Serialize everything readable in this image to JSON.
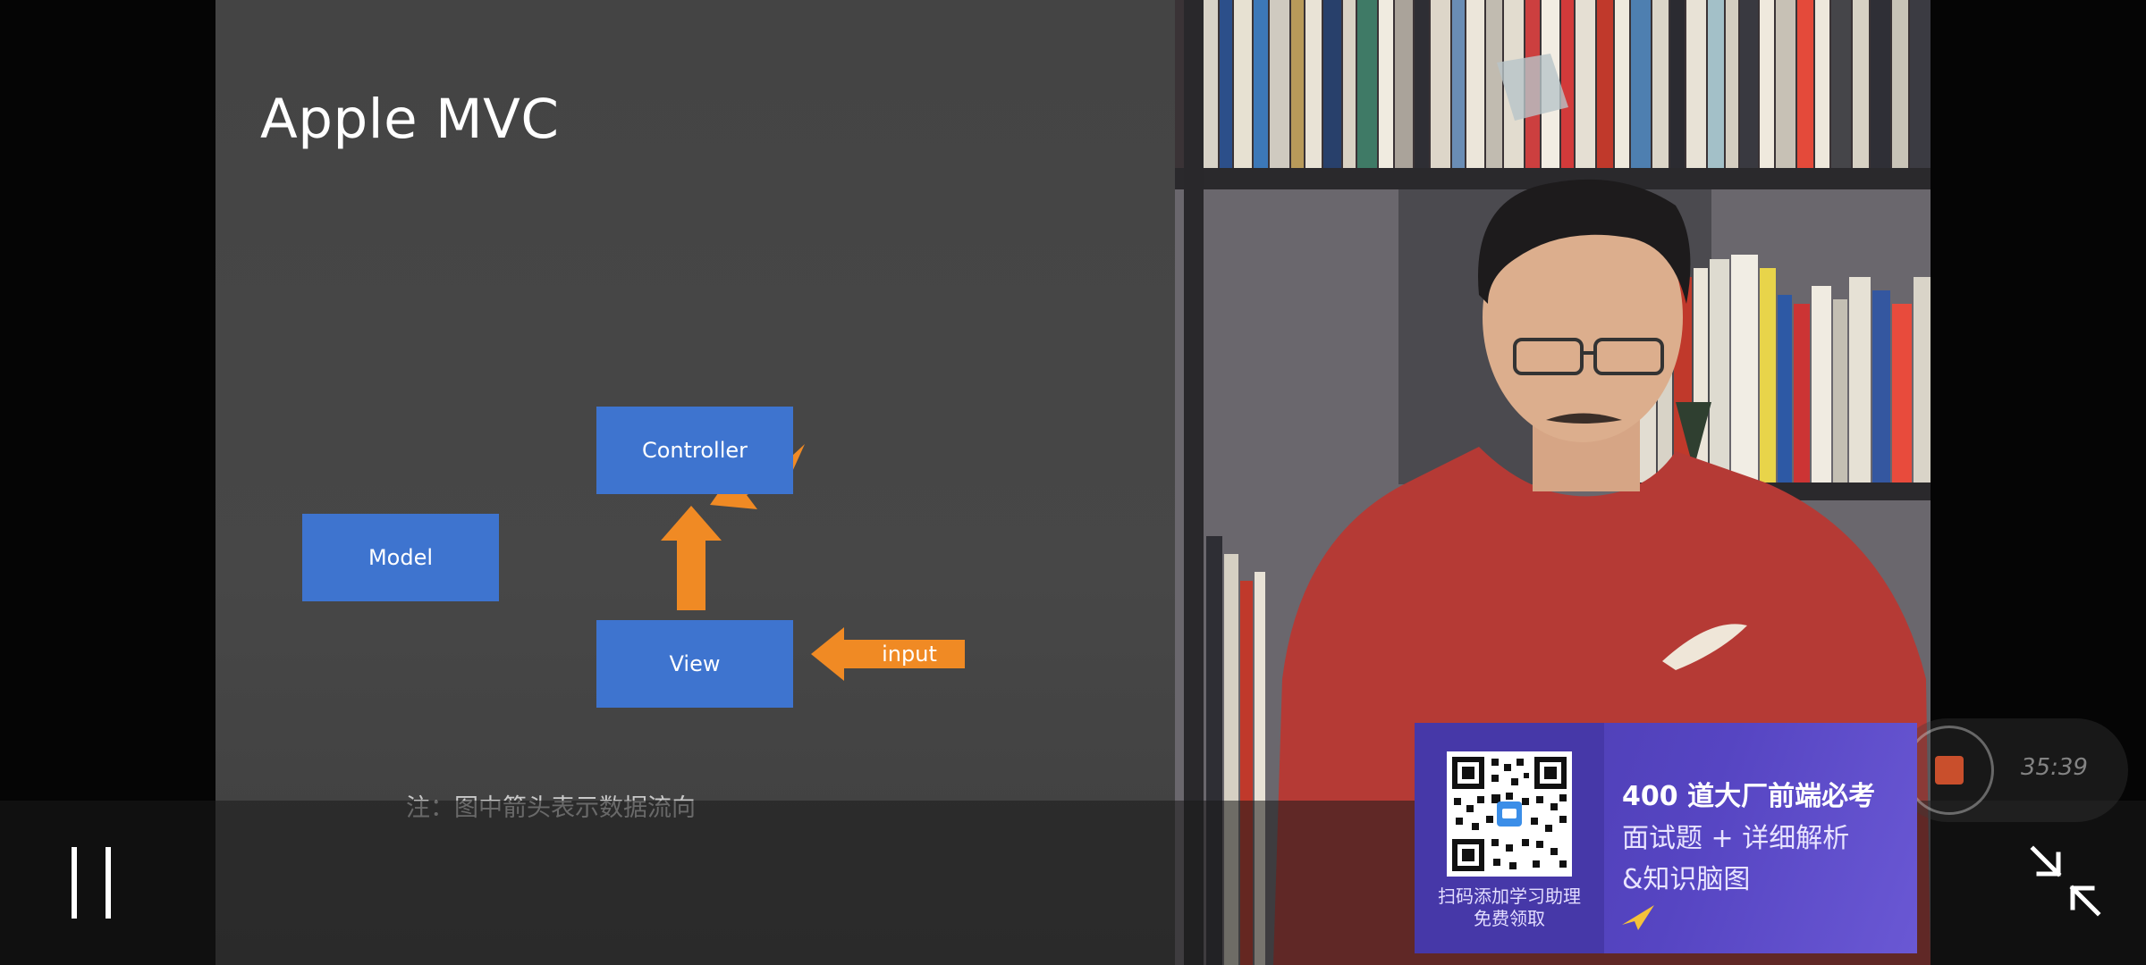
{
  "slide": {
    "title": "Apple MVC",
    "boxes": {
      "controller": "Controller",
      "model": "Model",
      "view": "View"
    },
    "input_label": "input",
    "note": "注：图中箭头表示数据流向"
  },
  "promo": {
    "line1": "400 道大厂前端必考",
    "line2": "面试题 + 详细解析",
    "line3": "&知识脑图",
    "qr_caption_1": "扫码添加学习助理",
    "qr_caption_2": "免费领取"
  },
  "record": {
    "time": "35:39"
  },
  "colors": {
    "box_blue": "#3e74cf",
    "arrow_orange": "#f08a24",
    "promo_purple": "#5645c2",
    "record_red": "#c94f2c"
  },
  "icons": {
    "pause": "pause-icon",
    "exit_fullscreen": "exit-fullscreen-icon",
    "record": "record-icon",
    "send": "send-icon",
    "qr": "qr-code-icon"
  }
}
